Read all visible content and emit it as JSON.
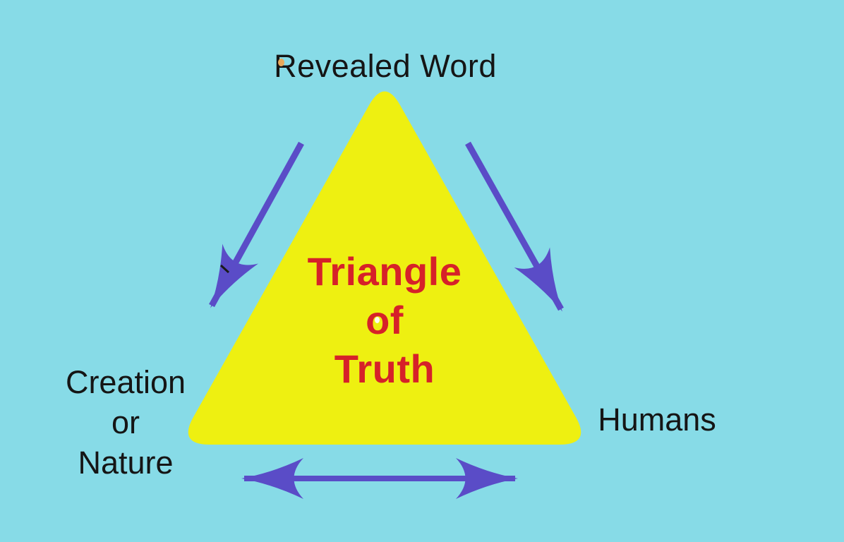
{
  "canvas": {
    "background": "#87dbe7"
  },
  "triangle": {
    "fill": "#eef011",
    "title": {
      "text": "Triangle of Truth",
      "lines": [
        "Triangle",
        "of",
        "Truth"
      ],
      "color": "#d62129"
    }
  },
  "labels": {
    "color": "#151515",
    "top": "Revealed Word",
    "left": {
      "text": "Creation or Nature",
      "lines": [
        "Creation",
        "or",
        "Nature"
      ]
    },
    "right": "Humans"
  },
  "arrows": {
    "color": "#5a4cc7",
    "top_left": {
      "from": "Revealed Word",
      "to": "Creation or Nature",
      "heads": "single"
    },
    "top_right": {
      "from": "Revealed Word",
      "to": "Humans",
      "heads": "single"
    },
    "bottom": {
      "from": "Creation or Nature",
      "to": "Humans",
      "heads": "double"
    }
  }
}
